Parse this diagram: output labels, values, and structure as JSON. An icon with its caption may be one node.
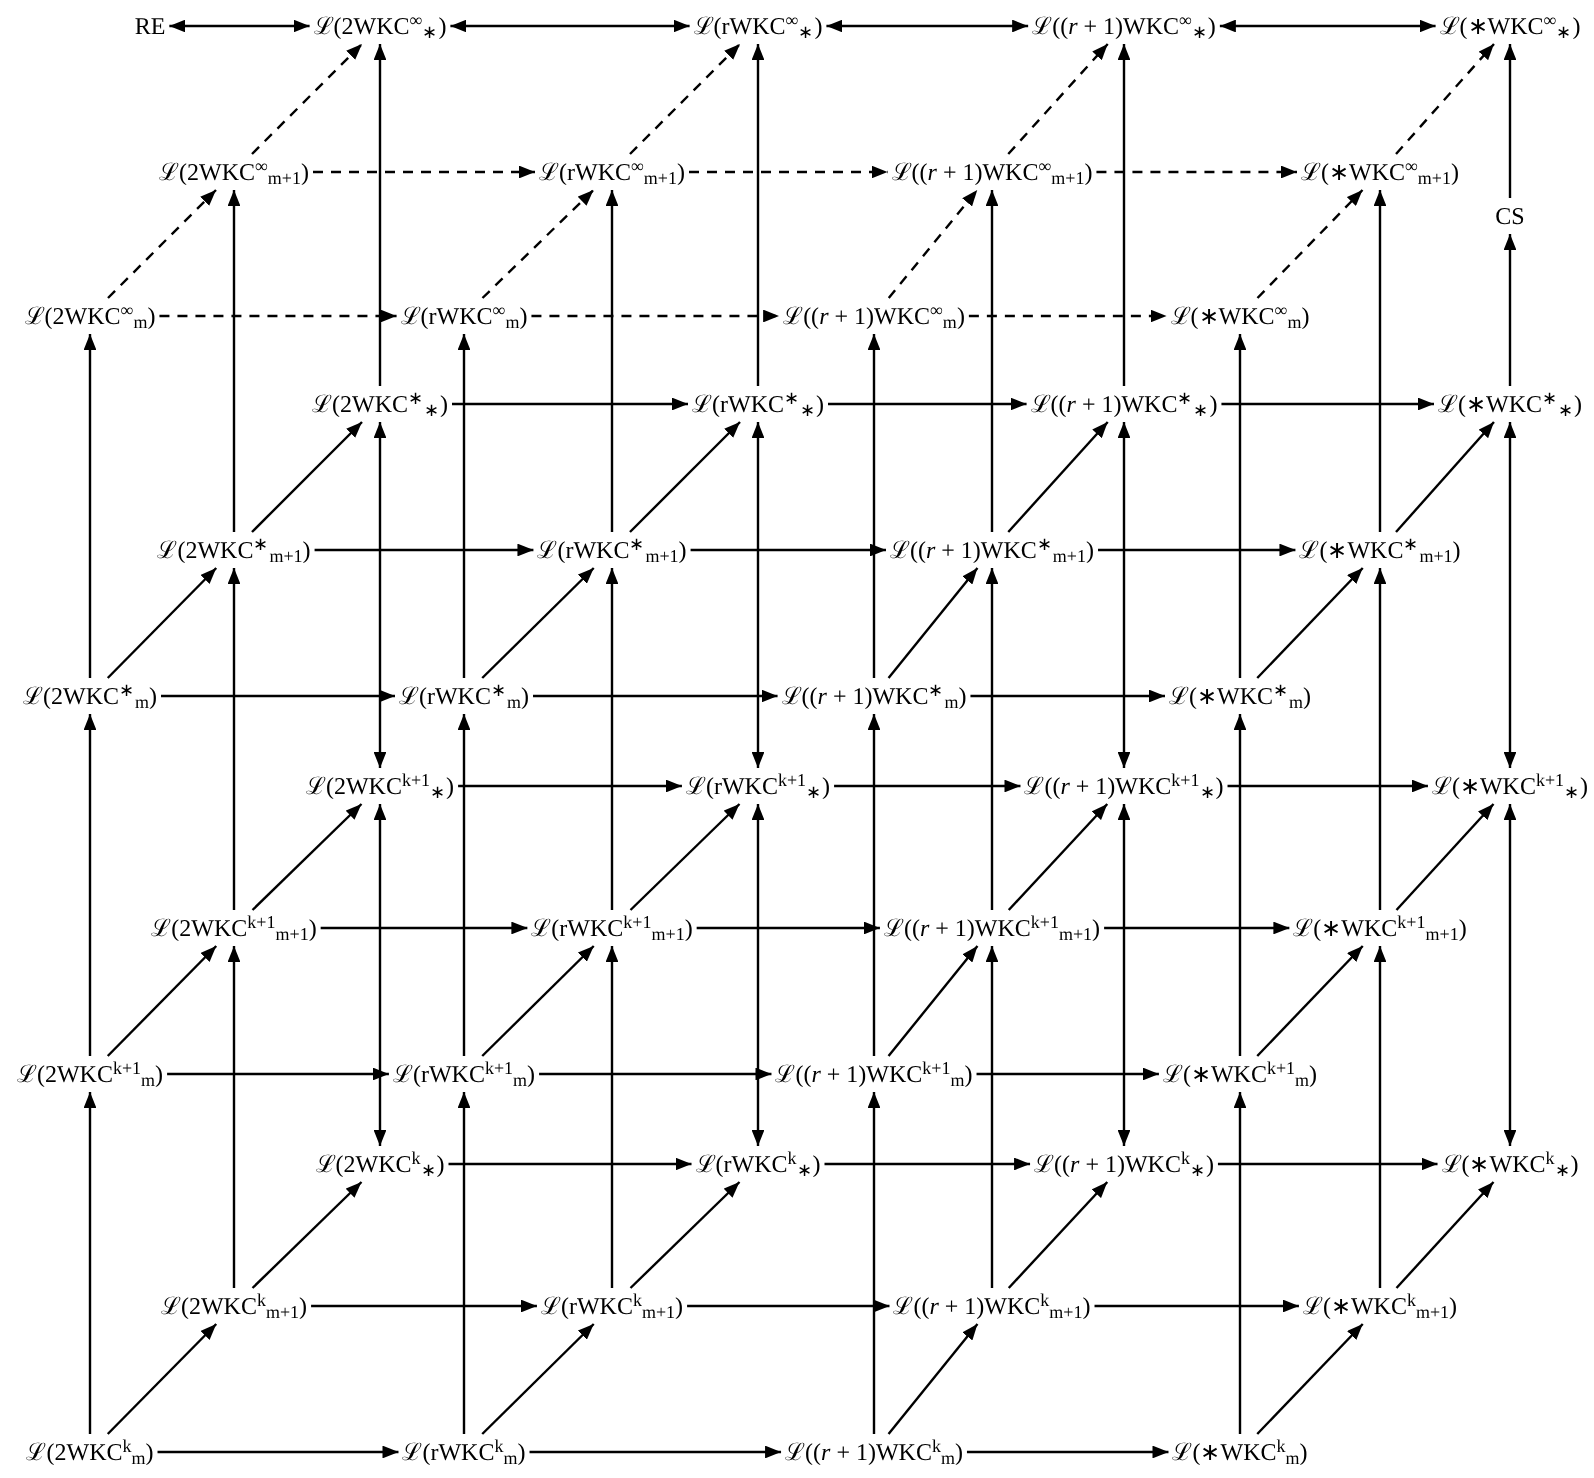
{
  "diagram": {
    "nodes": [
      {
        "text": [
          "RE"
        ]
      },
      {
        "text": [
          "ℒ(2WKC$^{∞}$$_{∗}$)"
        ]
      },
      {
        "text": [
          "ℒ(rWKC$^{∞}$$_{∗}$)"
        ]
      },
      {
        "text": [
          "ℒ((*r* + 1)WKC$^{∞}$$_{∗}$)"
        ]
      },
      {
        "text": [
          "ℒ(∗WKC$^{∞}$$_{∗}$)"
        ]
      },
      {
        "text": [
          "ℒ(2WKC$^{∞}$$_{m+1}$)"
        ]
      },
      {
        "text": [
          "ℒ(rWKC$^{∞}$$_{m+1}$)"
        ]
      },
      {
        "text": [
          "ℒ((*r* + 1)WKC$^{∞}$$_{m+1}$)"
        ]
      },
      {
        "text": [
          "ℒ(∗WKC$^{∞}$$_{m+1}$)"
        ]
      },
      {
        "text": [
          "CS"
        ]
      },
      {
        "text": [
          "ℒ(2WKC$^{∞}$$_{m}$)"
        ]
      },
      {
        "text": [
          "ℒ(rWKC$^{∞}$$_{m}$)"
        ]
      },
      {
        "text": [
          "ℒ((*r* + 1)WKC$^{∞}$$_{m}$)"
        ]
      },
      {
        "text": [
          "ℒ(∗WKC$^{∞}$$_{m}$)"
        ]
      },
      {
        "text": [
          "ℒ(2WKC$^{∗}$$_{∗}$)"
        ]
      },
      {
        "text": [
          "ℒ(rWKC$^{∗}$$_{∗}$)"
        ]
      },
      {
        "text": [
          "ℒ((*r* + 1)WKC$^{∗}$$_{∗}$)"
        ]
      },
      {
        "text": [
          "ℒ(∗WKC$^{∗}$$_{∗}$)"
        ]
      },
      {
        "text": [
          "ℒ(2WKC$^{∗}$$_{m+1}$)"
        ]
      },
      {
        "text": [
          "ℒ(rWKC$^{∗}$$_{m+1}$)"
        ]
      },
      {
        "text": [
          "ℒ((*r* + 1)WKC$^{∗}$$_{m+1}$)"
        ]
      },
      {
        "text": [
          "ℒ(∗WKC$^{∗}$$_{m+1}$)"
        ]
      },
      {
        "text": [
          "ℒ(2WKC$^{∗}$$_{m}$)"
        ]
      },
      {
        "text": [
          "ℒ(rWKC$^{∗}$$_{m}$)"
        ]
      },
      {
        "text": [
          "ℒ((*r* + 1)WKC$^{∗}$$_{m}$)"
        ]
      },
      {
        "text": [
          "ℒ(∗WKC$^{∗}$$_{m}$)"
        ]
      },
      {
        "text": [
          "ℒ(2WKC$^{k+1}$$_{∗}$)"
        ]
      },
      {
        "text": [
          "ℒ(rWKC$^{k+1}$$_{∗}$)"
        ]
      },
      {
        "text": [
          "ℒ((*r* + 1)WKC$^{k+1}$$_{∗}$)"
        ]
      },
      {
        "text": [
          "ℒ(∗WKC$^{k+1}$$_{∗}$)"
        ]
      },
      {
        "text": [
          "ℒ(2WKC$^{k+1}$$_{m+1}$)"
        ]
      },
      {
        "text": [
          "ℒ(rWKC$^{k+1}$$_{m+1}$)"
        ]
      },
      {
        "text": [
          "ℒ((*r* + 1)WKC$^{k+1}$$_{m+1}$)"
        ]
      },
      {
        "text": [
          "ℒ(∗WKC$^{k+1}$$_{m+1}$)"
        ]
      },
      {
        "text": [
          "ℒ(2WKC$^{k+1}$$_{m}$)"
        ]
      },
      {
        "text": [
          "ℒ(rWKC$^{k+1}$$_{m}$)"
        ]
      },
      {
        "text": [
          "ℒ((*r* + 1)WKC$^{k+1}$$_{m}$)"
        ]
      },
      {
        "text": [
          "ℒ(∗WKC$^{k+1}$$_{m}$)"
        ]
      },
      {
        "text": [
          "ℒ(2WKC$^{k}$$_{∗}$)"
        ]
      },
      {
        "text": [
          "ℒ(rWKC$^{k}$$_{∗}$)"
        ]
      },
      {
        "text": [
          "ℒ((*r* + 1)WKC$^{k}$$_{∗}$)"
        ]
      },
      {
        "text": [
          "ℒ(∗WKC$^{k}$$_{∗}$)"
        ]
      },
      {
        "text": [
          "ℒ(2WKC$^{k}$$_{m+1}$)"
        ]
      },
      {
        "text": [
          "ℒ(rWKC$^{k}$$_{m+1}$)"
        ]
      },
      {
        "text": [
          "ℒ((*r* + 1)WKC$^{k}$$_{m+1}$)"
        ]
      },
      {
        "text": [
          "ℒ(∗WKC$^{k}$$_{m+1}$)"
        ]
      },
      {
        "text": [
          "ℒ(2WKC$^{k}$$_{m}$)"
        ]
      },
      {
        "text": [
          "ℒ(rWKC$^{k}$$_{m}$)"
        ]
      },
      {
        "text": [
          "ℒ((*r* + 1)WKC$^{k}$$_{m}$)"
        ]
      },
      {
        "text": [
          "ℒ(∗WKC$^{k}$$_{m}$)"
        ]
      }
    ],
    "edges": [
      {
        "from": 0,
        "to": 1,
        "arrow": "both"
      },
      {
        "from": 1,
        "to": 2,
        "arrow": "both"
      },
      {
        "from": 2,
        "to": 3,
        "arrow": "both"
      },
      {
        "from": 3,
        "to": 4,
        "arrow": "both"
      },
      {
        "from": 5,
        "to": 6,
        "arrow": "to",
        "style": "dashed"
      },
      {
        "from": 6,
        "to": 7,
        "arrow": "to",
        "style": "dashed"
      },
      {
        "from": 7,
        "to": 8,
        "arrow": "to",
        "style": "dashed"
      },
      {
        "from": 10,
        "to": 11,
        "arrow": "to",
        "style": "dashed"
      },
      {
        "from": 11,
        "to": 12,
        "arrow": "to",
        "style": "dashed"
      },
      {
        "from": 12,
        "to": 13,
        "arrow": "to",
        "style": "dashed"
      },
      {
        "from": 14,
        "to": 15,
        "arrow": "to"
      },
      {
        "from": 15,
        "to": 16,
        "arrow": "to"
      },
      {
        "from": 16,
        "to": 17,
        "arrow": "to"
      },
      {
        "from": 18,
        "to": 19,
        "arrow": "to"
      },
      {
        "from": 19,
        "to": 20,
        "arrow": "to"
      },
      {
        "from": 20,
        "to": 21,
        "arrow": "to"
      },
      {
        "from": 22,
        "to": 23,
        "arrow": "to"
      },
      {
        "from": 23,
        "to": 24,
        "arrow": "to"
      },
      {
        "from": 24,
        "to": 25,
        "arrow": "to"
      },
      {
        "from": 26,
        "to": 27,
        "arrow": "to"
      },
      {
        "from": 27,
        "to": 28,
        "arrow": "to"
      },
      {
        "from": 28,
        "to": 29,
        "arrow": "to"
      },
      {
        "from": 30,
        "to": 31,
        "arrow": "to"
      },
      {
        "from": 31,
        "to": 32,
        "arrow": "to"
      },
      {
        "from": 32,
        "to": 33,
        "arrow": "to"
      },
      {
        "from": 34,
        "to": 35,
        "arrow": "to"
      },
      {
        "from": 35,
        "to": 36,
        "arrow": "to"
      },
      {
        "from": 36,
        "to": 37,
        "arrow": "to"
      },
      {
        "from": 38,
        "to": 39,
        "arrow": "to"
      },
      {
        "from": 39,
        "to": 40,
        "arrow": "to"
      },
      {
        "from": 40,
        "to": 41,
        "arrow": "to"
      },
      {
        "from": 42,
        "to": 43,
        "arrow": "to"
      },
      {
        "from": 43,
        "to": 44,
        "arrow": "to"
      },
      {
        "from": 44,
        "to": 45,
        "arrow": "to"
      },
      {
        "from": 46,
        "to": 47,
        "arrow": "to"
      },
      {
        "from": 47,
        "to": 48,
        "arrow": "to"
      },
      {
        "from": 48,
        "to": 49,
        "arrow": "to"
      },
      {
        "from": 10,
        "to": 5,
        "arrow": "to",
        "style": "dashed"
      },
      {
        "from": 11,
        "to": 6,
        "arrow": "to",
        "style": "dashed"
      },
      {
        "from": 12,
        "to": 7,
        "arrow": "to",
        "style": "dashed"
      },
      {
        "from": 13,
        "to": 8,
        "arrow": "to",
        "style": "dashed"
      },
      {
        "from": 5,
        "to": 1,
        "arrow": "to",
        "style": "dashed"
      },
      {
        "from": 6,
        "to": 2,
        "arrow": "to",
        "style": "dashed"
      },
      {
        "from": 7,
        "to": 3,
        "arrow": "to",
        "style": "dashed"
      },
      {
        "from": 8,
        "to": 4,
        "arrow": "to",
        "style": "dashed"
      },
      {
        "from": 22,
        "to": 18,
        "arrow": "to"
      },
      {
        "from": 23,
        "to": 19,
        "arrow": "to"
      },
      {
        "from": 24,
        "to": 20,
        "arrow": "to"
      },
      {
        "from": 25,
        "to": 21,
        "arrow": "to"
      },
      {
        "from": 18,
        "to": 14,
        "arrow": "to"
      },
      {
        "from": 19,
        "to": 15,
        "arrow": "to"
      },
      {
        "from": 20,
        "to": 16,
        "arrow": "to"
      },
      {
        "from": 21,
        "to": 17,
        "arrow": "to"
      },
      {
        "from": 34,
        "to": 30,
        "arrow": "to"
      },
      {
        "from": 35,
        "to": 31,
        "arrow": "to"
      },
      {
        "from": 36,
        "to": 32,
        "arrow": "to"
      },
      {
        "from": 37,
        "to": 33,
        "arrow": "to"
      },
      {
        "from": 30,
        "to": 26,
        "arrow": "to"
      },
      {
        "from": 31,
        "to": 27,
        "arrow": "to"
      },
      {
        "from": 32,
        "to": 28,
        "arrow": "to"
      },
      {
        "from": 33,
        "to": 29,
        "arrow": "to"
      },
      {
        "from": 46,
        "to": 42,
        "arrow": "to"
      },
      {
        "from": 47,
        "to": 43,
        "arrow": "to"
      },
      {
        "from": 48,
        "to": 44,
        "arrow": "to"
      },
      {
        "from": 49,
        "to": 45,
        "arrow": "to"
      },
      {
        "from": 42,
        "to": 38,
        "arrow": "to"
      },
      {
        "from": 43,
        "to": 39,
        "arrow": "to"
      },
      {
        "from": 44,
        "to": 40,
        "arrow": "to"
      },
      {
        "from": 45,
        "to": 41,
        "arrow": "to"
      },
      {
        "from": 46,
        "to": 34,
        "arrow": "to"
      },
      {
        "from": 47,
        "to": 35,
        "arrow": "to"
      },
      {
        "from": 48,
        "to": 36,
        "arrow": "to"
      },
      {
        "from": 49,
        "to": 37,
        "arrow": "to"
      },
      {
        "from": 34,
        "to": 22,
        "arrow": "to"
      },
      {
        "from": 35,
        "to": 23,
        "arrow": "to"
      },
      {
        "from": 36,
        "to": 24,
        "arrow": "to"
      },
      {
        "from": 37,
        "to": 25,
        "arrow": "to"
      },
      {
        "from": 22,
        "to": 10,
        "arrow": "to"
      },
      {
        "from": 23,
        "to": 11,
        "arrow": "to"
      },
      {
        "from": 24,
        "to": 12,
        "arrow": "to"
      },
      {
        "from": 25,
        "to": 13,
        "arrow": "to"
      },
      {
        "from": 42,
        "to": 30,
        "arrow": "to"
      },
      {
        "from": 43,
        "to": 31,
        "arrow": "to"
      },
      {
        "from": 44,
        "to": 32,
        "arrow": "to"
      },
      {
        "from": 45,
        "to": 33,
        "arrow": "to"
      },
      {
        "from": 30,
        "to": 18,
        "arrow": "to"
      },
      {
        "from": 31,
        "to": 19,
        "arrow": "to"
      },
      {
        "from": 32,
        "to": 20,
        "arrow": "to"
      },
      {
        "from": 33,
        "to": 21,
        "arrow": "to"
      },
      {
        "from": 18,
        "to": 5,
        "arrow": "to"
      },
      {
        "from": 19,
        "to": 6,
        "arrow": "to"
      },
      {
        "from": 20,
        "to": 7,
        "arrow": "to"
      },
      {
        "from": 21,
        "to": 8,
        "arrow": "to"
      },
      {
        "from": 38,
        "to": 26,
        "arrow": "both"
      },
      {
        "from": 39,
        "to": 27,
        "arrow": "both"
      },
      {
        "from": 40,
        "to": 28,
        "arrow": "both"
      },
      {
        "from": 41,
        "to": 29,
        "arrow": "both"
      },
      {
        "from": 26,
        "to": 14,
        "arrow": "both"
      },
      {
        "from": 27,
        "to": 15,
        "arrow": "both"
      },
      {
        "from": 28,
        "to": 16,
        "arrow": "both"
      },
      {
        "from": 29,
        "to": 17,
        "arrow": "both"
      },
      {
        "from": 14,
        "to": 1,
        "arrow": "to"
      },
      {
        "from": 15,
        "to": 2,
        "arrow": "to"
      },
      {
        "from": 16,
        "to": 3,
        "arrow": "to"
      },
      {
        "from": 17,
        "to": 9,
        "arrow": "to"
      },
      {
        "from": 9,
        "to": 4,
        "arrow": "to"
      }
    ]
  }
}
